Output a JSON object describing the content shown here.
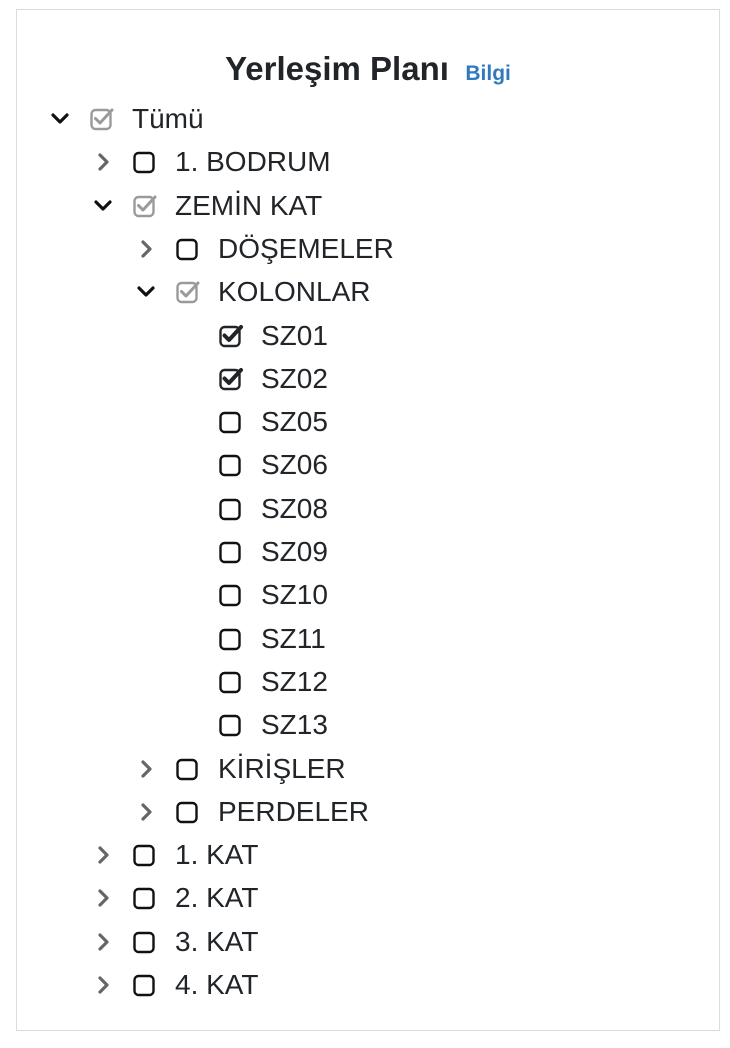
{
  "header": {
    "title": "Yerleşim Planı",
    "info_link": "Bilgi"
  },
  "tree": [
    {
      "id": "tumu",
      "label": "Tümü",
      "level": 0,
      "expanded": true,
      "state": "partial",
      "toggle": "chevron-down-icon"
    },
    {
      "id": "bodrum1",
      "label": "1. BODRUM",
      "level": 1,
      "expanded": false,
      "state": "unchecked",
      "toggle": "chevron-right-icon"
    },
    {
      "id": "zemin-kat",
      "label": "ZEMİN KAT",
      "level": 1,
      "expanded": true,
      "state": "partial",
      "toggle": "chevron-down-icon"
    },
    {
      "id": "dosemeler",
      "label": "DÖŞEMELER",
      "level": 2,
      "expanded": false,
      "state": "unchecked",
      "toggle": "chevron-right-icon"
    },
    {
      "id": "kolonlar",
      "label": "KOLONLAR",
      "level": 2,
      "expanded": true,
      "state": "partial",
      "toggle": "chevron-down-icon"
    },
    {
      "id": "sz01",
      "label": "SZ01",
      "level": 3,
      "state": "checked",
      "toggle": null
    },
    {
      "id": "sz02",
      "label": "SZ02",
      "level": 3,
      "state": "checked",
      "toggle": null
    },
    {
      "id": "sz05",
      "label": "SZ05",
      "level": 3,
      "state": "unchecked",
      "toggle": null
    },
    {
      "id": "sz06",
      "label": "SZ06",
      "level": 3,
      "state": "unchecked",
      "toggle": null
    },
    {
      "id": "sz08",
      "label": "SZ08",
      "level": 3,
      "state": "unchecked",
      "toggle": null
    },
    {
      "id": "sz09",
      "label": "SZ09",
      "level": 3,
      "state": "unchecked",
      "toggle": null
    },
    {
      "id": "sz10",
      "label": "SZ10",
      "level": 3,
      "state": "unchecked",
      "toggle": null
    },
    {
      "id": "sz11",
      "label": "SZ11",
      "level": 3,
      "state": "unchecked",
      "toggle": null
    },
    {
      "id": "sz12",
      "label": "SZ12",
      "level": 3,
      "state": "unchecked",
      "toggle": null
    },
    {
      "id": "sz13",
      "label": "SZ13",
      "level": 3,
      "state": "unchecked",
      "toggle": null
    },
    {
      "id": "kirisler",
      "label": "KİRİŞLER",
      "level": 2,
      "expanded": false,
      "state": "unchecked",
      "toggle": "chevron-right-icon"
    },
    {
      "id": "perdeler",
      "label": "PERDELER",
      "level": 2,
      "expanded": false,
      "state": "unchecked",
      "toggle": "chevron-right-icon"
    },
    {
      "id": "kat1",
      "label": "1. KAT",
      "level": 1,
      "expanded": false,
      "state": "unchecked",
      "toggle": "chevron-right-icon"
    },
    {
      "id": "kat2",
      "label": "2. KAT",
      "level": 1,
      "expanded": false,
      "state": "unchecked",
      "toggle": "chevron-right-icon"
    },
    {
      "id": "kat3",
      "label": "3. KAT",
      "level": 1,
      "expanded": false,
      "state": "unchecked",
      "toggle": "chevron-right-icon"
    },
    {
      "id": "kat4",
      "label": "4. KAT",
      "level": 1,
      "expanded": false,
      "state": "unchecked",
      "toggle": "chevron-right-icon"
    }
  ],
  "colors": {
    "text": "#212529",
    "link": "#2f7abf",
    "partial_check": "#9a9a9a",
    "checked": "#212529",
    "border": "#dcdcdc"
  }
}
